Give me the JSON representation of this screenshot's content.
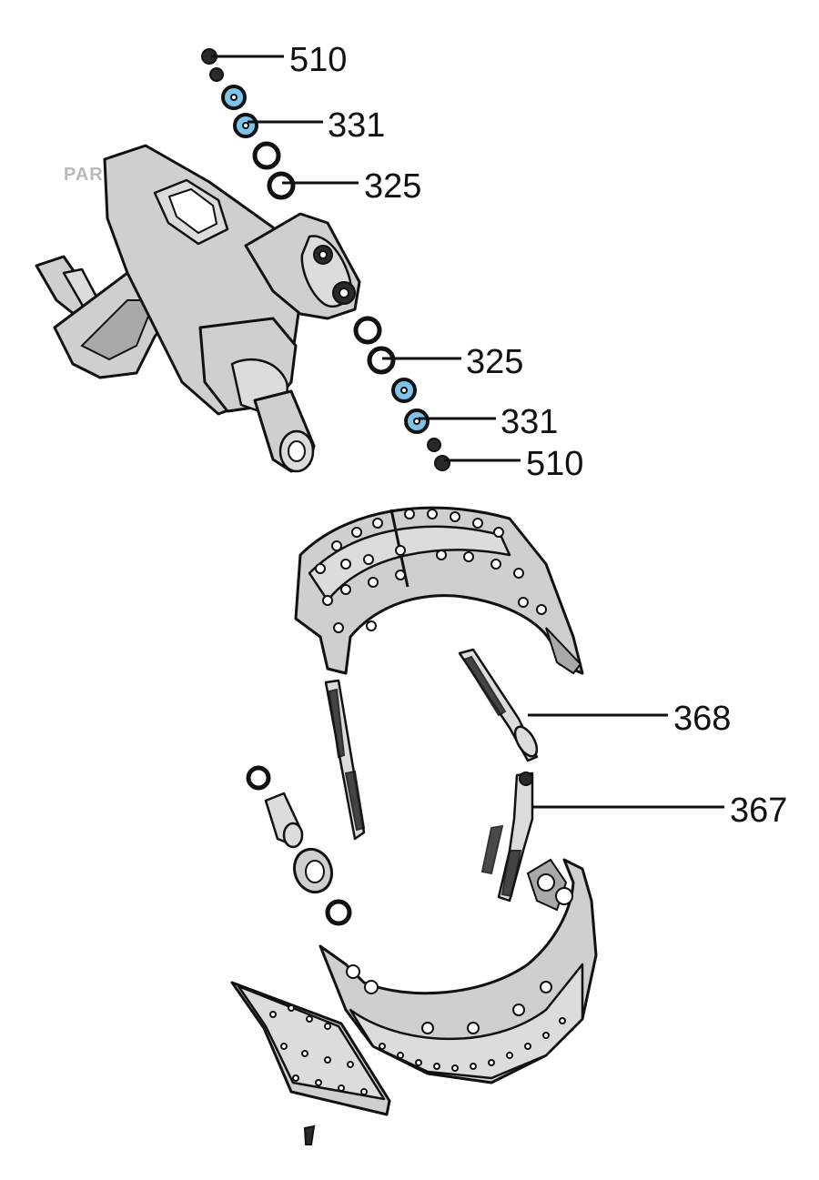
{
  "watermark": "PARTS-SOFT",
  "colors": {
    "washer_highlight": "#7ec3ea",
    "part_fill": "#cfcfcf",
    "line": "#111111"
  },
  "callouts": [
    {
      "id": "c510a",
      "label": "510"
    },
    {
      "id": "c331a",
      "label": "331"
    },
    {
      "id": "c325a",
      "label": "325"
    },
    {
      "id": "c325b",
      "label": "325"
    },
    {
      "id": "c331b",
      "label": "331"
    },
    {
      "id": "c510b",
      "label": "510"
    },
    {
      "id": "c368",
      "label": "368"
    },
    {
      "id": "c367",
      "label": "367"
    }
  ]
}
